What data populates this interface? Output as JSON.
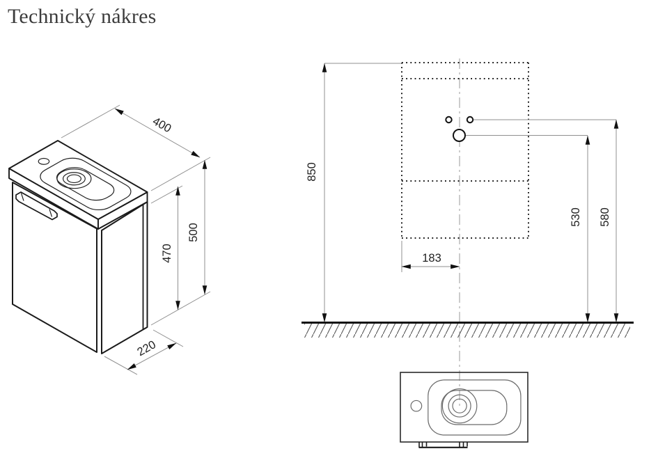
{
  "title": "Technický nákres",
  "isometric": {
    "width_mm": "400",
    "total_height_mm": "500",
    "body_height_mm": "470",
    "depth_mm": "220"
  },
  "elevation": {
    "install_height_mm": "850",
    "upper_holes_height_mm": "580",
    "drain_height_mm": "530",
    "basin_center_offset_mm": "183"
  },
  "colors": {
    "outline": "#1a1a1a",
    "dim_line": "#8f8f8f",
    "text": "#1f1f1f",
    "title_text": "#3c3c3c",
    "background": "#ffffff"
  }
}
